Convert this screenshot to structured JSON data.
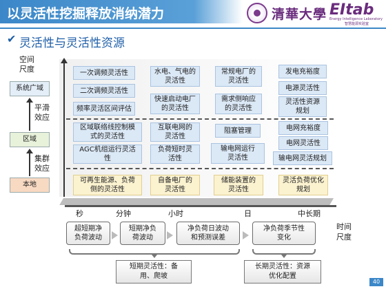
{
  "header": {
    "title": "以灵活性挖掘释放消纳潜力",
    "logo_text_1": "清華大學",
    "logo_text_2": "EItab",
    "logo_sub_1": "Energy Intelligence Laboratory",
    "logo_sub_2": "智慧能源实验室"
  },
  "subtitle": "灵活性与灵活性资源",
  "spatial": {
    "axis_label_1": "空间",
    "axis_label_2": "尺度",
    "levels": [
      "系统广域",
      "区域",
      "本地"
    ],
    "effects": [
      {
        "line1": "平滑",
        "line2": "效应"
      },
      {
        "line1": "集群",
        "line2": "效应"
      }
    ]
  },
  "resources": {
    "system": [
      {
        "l1": "一次调频灵活性",
        "l2": ""
      },
      {
        "l1": "二次调频灵活性",
        "l2": ""
      },
      {
        "l1": "频率灵活区间评估",
        "l2": ""
      },
      {
        "l1": "水电、气电的",
        "l2": "灵活性"
      },
      {
        "l1": "快速启动电厂",
        "l2": "的灵活性"
      },
      {
        "l1": "常规电厂的",
        "l2": "灵活性"
      },
      {
        "l1": "需求侧响应",
        "l2": "的灵活性"
      },
      {
        "l1": "发电充裕度",
        "l2": ""
      },
      {
        "l1": "电源灵活性",
        "l2": ""
      },
      {
        "l1": "灵活性资源",
        "l2": "规划"
      }
    ],
    "regional": [
      {
        "l1": "区域联络线控制模",
        "l2": "式的灵活性"
      },
      {
        "l1": "AGC机组运行灵活",
        "l2": "性"
      },
      {
        "l1": "互联电网的",
        "l2": "灵活性"
      },
      {
        "l1": "负荷短时灵",
        "l2": "活性"
      },
      {
        "l1": "阻塞管理",
        "l2": ""
      },
      {
        "l1": "输电网运行",
        "l2": "灵活性"
      },
      {
        "l1": "电网充裕度",
        "l2": ""
      },
      {
        "l1": "电网灵活性",
        "l2": ""
      },
      {
        "l1": "输电网灵活规划",
        "l2": ""
      }
    ],
    "local": [
      {
        "l1": "可再生能源、负荷",
        "l2": "侧的灵活性"
      },
      {
        "l1": "自备电厂的",
        "l2": "灵活性"
      },
      {
        "l1": "储能装置的",
        "l2": "灵活性"
      },
      {
        "l1": "灵活负荷优化",
        "l2": "规划"
      }
    ]
  },
  "time_axis": {
    "ticks": [
      "秒",
      "分钟",
      "小时",
      "日",
      "中长期"
    ],
    "label_1": "时间",
    "label_2": "尺度",
    "boxes": [
      {
        "l1": "超短期净",
        "l2": "负荷波动"
      },
      {
        "l1": "短期净负",
        "l2": "荷波动"
      },
      {
        "l1": "净负荷日波动",
        "l2": "和预测误差"
      },
      {
        "l1": "净负荷季节性",
        "l2": "变化"
      }
    ]
  },
  "summaries": [
    {
      "l1": "短期灵活性：备",
      "l2": "用、爬坡"
    },
    {
      "l1": "长期灵活性：资源",
      "l2": "优化配置"
    }
  ],
  "page_number": "40",
  "colors": {
    "title_bar": "#3b87c8",
    "subtitle": "#1f5fa8",
    "blue_box": "#dbe8f6",
    "yellow_box": "#fbf2d0",
    "level_local": "#f8d9c2",
    "level_region": "#e8f1da",
    "logo_purple": "#6a2c7d"
  }
}
